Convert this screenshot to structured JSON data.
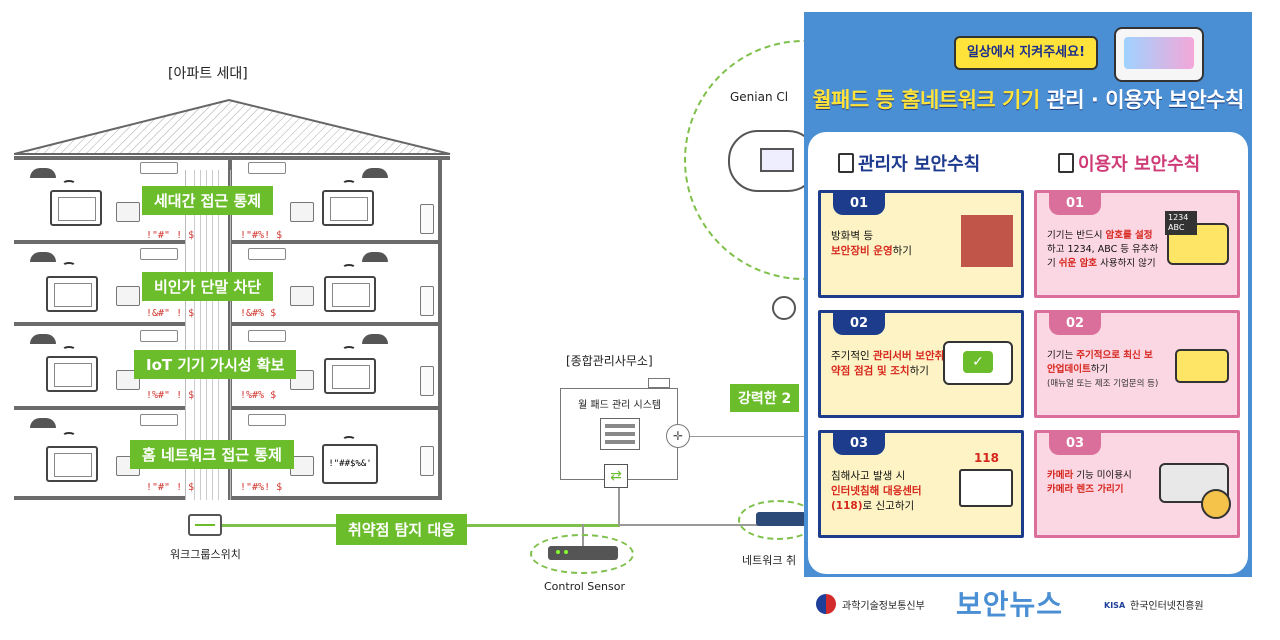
{
  "diagram": {
    "apartment_title": "[아파트 세대]",
    "controls": [
      "세대간 접근 통제",
      "비인가 단말 차단",
      "IoT 기기 가시성 확보",
      "홈 네트워크 접근 통제"
    ],
    "codes_left": [
      "!\"#\" !  $",
      "!&#\" !  $",
      "!%#\" !  $",
      "!\"#\" !  $"
    ],
    "codes_right": [
      "!\"#%! $",
      "!&#% $",
      "!%#% $",
      "!\"#%! $"
    ],
    "monitor_code": "!\"##$%&'",
    "office_title": "[종합관리사무소]",
    "system_name": "월 패드 관리 시스템",
    "workgroup_switch": "워크그룹스위치",
    "vuln_detect": "취약점 탐지 대응",
    "control_sensor": "Control Sensor",
    "network_label": "네트워크 취",
    "genian_label": "Genian Cl",
    "strong_label": "강력한 2"
  },
  "poster": {
    "pill": "일상에서 지켜주세요!",
    "headline_yellow": "월패드 등 홈네트워크 기기",
    "headline_white": "관리 · 이용자 보안수칙",
    "admin_title": "관리자 보안수칙",
    "user_title": "이용자 보안수칙",
    "admin_cards": [
      {
        "num": "01",
        "pre": "방화벽 등",
        "hl": "보안장비 운영",
        "post": "하기"
      },
      {
        "num": "02",
        "pre": "주기적인",
        "hl": "관리서버 보안취약점 점검 및 조치",
        "post": "하기"
      },
      {
        "num": "03",
        "pre": "침해사고 발생 시",
        "hl": "인터넷침해 대응센터 (118)",
        "post": "로 신고하기"
      }
    ],
    "user_cards": [
      {
        "num": "01",
        "pre": "기기는 반드시",
        "hl": "암호를 설정",
        "mid": "하고 1234, ABC 등 유추하기",
        "hl2": "쉬운 암호",
        "post": "사용하지 않기"
      },
      {
        "num": "02",
        "pre": "기기는",
        "hl": "주기적으로 최신 보안업데이트",
        "post": "하기",
        "note": "(매뉴얼 또는 제조 기업문의 등)"
      },
      {
        "num": "03",
        "hl": "카메라",
        "post": "기능 미이용시",
        "hl2": "카메라 렌즈 가리기"
      }
    ],
    "pin_example": "1234 ABC",
    "hotline": "118",
    "gov": "과학기술정보통신부",
    "news": "보안뉴스",
    "kisa": "한국인터넷진흥원",
    "kisa_short": "KISA"
  }
}
